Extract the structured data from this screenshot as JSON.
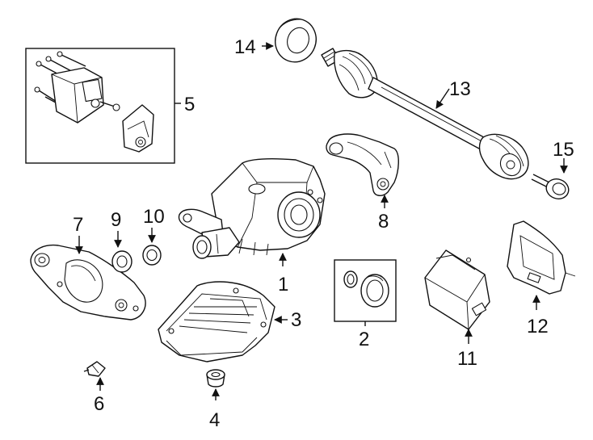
{
  "callouts": [
    {
      "id": "1",
      "label": "1"
    },
    {
      "id": "2",
      "label": "2"
    },
    {
      "id": "3",
      "label": "3"
    },
    {
      "id": "4",
      "label": "4"
    },
    {
      "id": "5",
      "label": "5"
    },
    {
      "id": "6",
      "label": "6"
    },
    {
      "id": "7",
      "label": "7"
    },
    {
      "id": "8",
      "label": "8"
    },
    {
      "id": "9",
      "label": "9"
    },
    {
      "id": "10",
      "label": "10"
    },
    {
      "id": "11",
      "label": "11"
    },
    {
      "id": "12",
      "label": "12"
    },
    {
      "id": "13",
      "label": "13"
    },
    {
      "id": "14",
      "label": "14"
    },
    {
      "id": "15",
      "label": "15"
    }
  ],
  "colors": {
    "line": "#111111",
    "background": "#ffffff"
  }
}
